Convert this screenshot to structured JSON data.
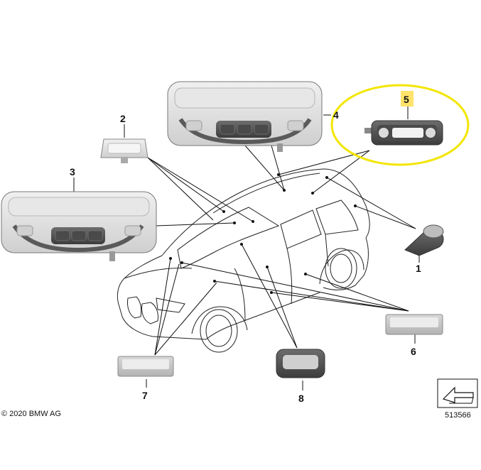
{
  "copyright": "© 2020 BMW AG",
  "diagram_number": "513566",
  "parts": [
    {
      "number": "1"
    },
    {
      "number": "2"
    },
    {
      "number": "3"
    },
    {
      "number": "4"
    },
    {
      "number": "5"
    },
    {
      "number": "6"
    },
    {
      "number": "7"
    },
    {
      "number": "8"
    }
  ],
  "colors": {
    "highlight_ellipse": "#f2e600",
    "highlight_label": "#ffe36a",
    "part_grey": "#c9c9c9",
    "dark_grey": "#5a5a5a"
  },
  "icons": [
    "car-outline",
    "navigation-arrow-icon"
  ]
}
